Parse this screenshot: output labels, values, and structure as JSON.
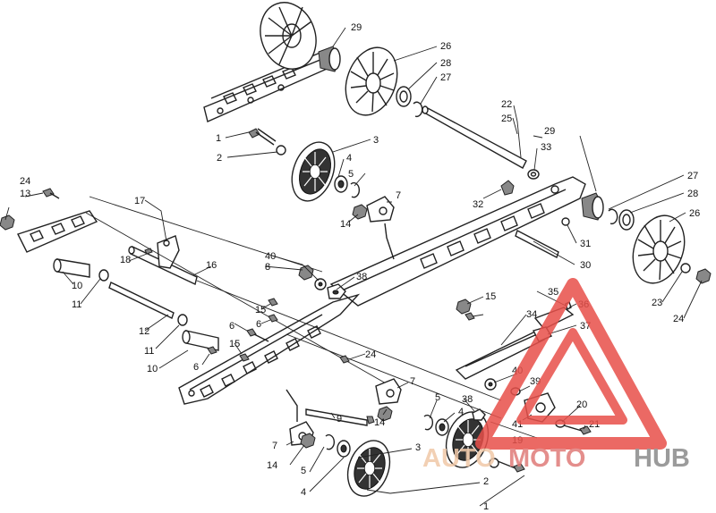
{
  "labels": {
    "l1a": "1",
    "l1b": "1",
    "l2a": "2",
    "l2b": "2",
    "l3a": "3",
    "l3b": "3",
    "l4a": "4",
    "l4b": "4",
    "l4c": "4",
    "l5a": "5",
    "l5b": "5",
    "l5c": "5",
    "l6a": "6",
    "l6b": "6",
    "l6c": "6",
    "l7a": "7",
    "l7b": "7",
    "l7c": "7",
    "l8": "8",
    "l9": "9",
    "l10a": "10",
    "l10b": "10",
    "l11a": "11",
    "l11b": "11",
    "l12": "12",
    "l13": "13",
    "l14a": "14",
    "l14b": "14",
    "l14c": "14",
    "l15a": "15",
    "l15b": "15",
    "l15c": "15",
    "l16": "16",
    "l17": "17",
    "l18": "18",
    "l19": "19",
    "l20": "20",
    "l21": "21",
    "l22": "22",
    "l23": "23",
    "l24a": "24",
    "l24b": "24",
    "l24c": "24",
    "l25": "25",
    "l26a": "26",
    "l26b": "26",
    "l27a": "27",
    "l27b": "27",
    "l28a": "28",
    "l28b": "28",
    "l29a": "29",
    "l29b": "29",
    "l30": "30",
    "l31": "31",
    "l32": "32",
    "l33": "33",
    "l34": "34",
    "l35": "35",
    "l36": "36",
    "l37": "37",
    "l38a": "38",
    "l38b": "38",
    "l39": "39",
    "l40a": "40",
    "l40b": "40",
    "l41": "41"
  },
  "watermark": {
    "part1": "AUTO",
    "part2": "MOTO",
    "part3": "HUB",
    "colors": {
      "triangle": "#e8504a",
      "auto": "#f0c8a8",
      "moto": "#e07b78",
      "hub": "#8a8a8a"
    }
  }
}
